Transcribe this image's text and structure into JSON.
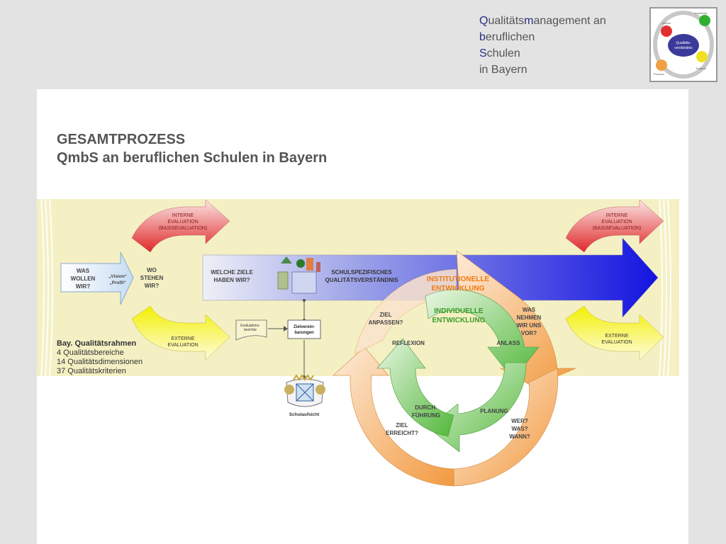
{
  "header": {
    "title_lines": [
      {
        "first": "Q",
        "rest_a": "ualitäts",
        "mid": "m",
        "rest_b": "anagement an"
      },
      {
        "first": "b",
        "rest_a": "eruflichen",
        "mid": "",
        "rest_b": ""
      },
      {
        "first": "S",
        "rest_a": "chulen",
        "mid": "",
        "rest_b": ""
      },
      {
        "first": "",
        "rest_a": "in Bayern",
        "mid": "",
        "rest_b": ""
      }
    ],
    "logo": {
      "center": "Qualitäts-\nverständnis",
      "tl": "Interne\nEvaluation",
      "tr": "Individual-\nfeedback",
      "bl": "Prozess-\nsteuerung",
      "br": "Externe\nEvaluation"
    }
  },
  "slide": {
    "title_line1": "GESAMTPROZESS",
    "title_line2": "QmbS an beruflichen Schulen in Bayern"
  },
  "diagram": {
    "interne_left": [
      "INTERNE",
      "EVALUATION",
      "(BASISEVALUATION)"
    ],
    "interne_right": [
      "INTERNE",
      "EVALUATION",
      "(BASISEVALUATION)"
    ],
    "externe_left": [
      "EXTERNE",
      "EVALUATION"
    ],
    "externe_right": [
      "EXTERNE",
      "EVALUATION"
    ],
    "was_wollen": [
      "WAS",
      "WOLLEN",
      "WIR?"
    ],
    "vision": [
      "„Vision“",
      "„Profil“"
    ],
    "wo_stehen": [
      "WO",
      "STEHEN",
      "WIR?"
    ],
    "welche_ziele": [
      "WELCHE ZIELE",
      "HABEN WIR?"
    ],
    "schulspez": [
      "SCHULSPEZIFISCHES",
      "QUALITÄTSVERSTÄNDNIS"
    ],
    "evalberichte": [
      "Evaluations-",
      "berichte"
    ],
    "zielverein": [
      "Zielverein-",
      "barungen"
    ],
    "schulaufsicht": "Schulaufsicht",
    "institutionell": [
      "INSTITUTIONELLE",
      "ENTWICKLUNG"
    ],
    "individuell": [
      "INDIVIDUELLE",
      "ENTWICKLUNG"
    ],
    "ziel_anpassen": [
      "ZIEL",
      "ANPASSEN?"
    ],
    "was_nehmen": [
      "WAS",
      "NEHMEN",
      "WIR UNS",
      "VOR?"
    ],
    "reflexion": "REFLEXION",
    "anlass": "ANLASS",
    "durchfuehrung": [
      "DURCH-",
      "FÜHRUNG"
    ],
    "planung": "PLANUNG",
    "ziel_erreicht": [
      "ZIEL",
      "ERREICHT?"
    ],
    "wer_was_wann": [
      "WER?",
      "WAS?",
      "WANN?"
    ]
  },
  "rahmen": {
    "title": "Bay. Qualitätsrahmen",
    "items": [
      "4 Qualitätsbereiche",
      "14 Qualitätsdimensionen",
      "37 Qualitätskriterien"
    ]
  },
  "colors": {
    "band": "#f4f0c0",
    "blue_arrow": "#1a1ae0",
    "red": "#e23030",
    "yellow": "#e8e020",
    "orange": "#f0a050",
    "green": "#60c040"
  }
}
